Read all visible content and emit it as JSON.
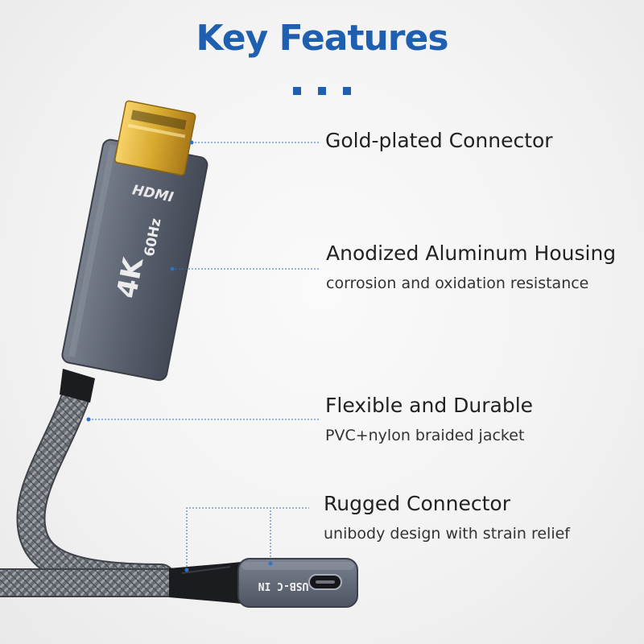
{
  "header": {
    "title": "Key Features"
  },
  "product": {
    "plug_logo": "HDMI",
    "plug_resolution": "4K",
    "plug_refresh": "60Hz",
    "socket_label": "USB-C IN"
  },
  "features": [
    {
      "title": "Gold-plated Connector",
      "subtitle": ""
    },
    {
      "title": "Anodized Aluminum Housing",
      "subtitle": "corrosion and oxidation resistance"
    },
    {
      "title": "Flexible and Durable",
      "subtitle": "PVC+nylon braided jacket"
    },
    {
      "title": "Rugged Connector",
      "subtitle": "unibody design with strain relief"
    }
  ],
  "colors": {
    "accent": "#1f5fb0",
    "housing": "#5b6270",
    "gold": "#d8a92e"
  }
}
